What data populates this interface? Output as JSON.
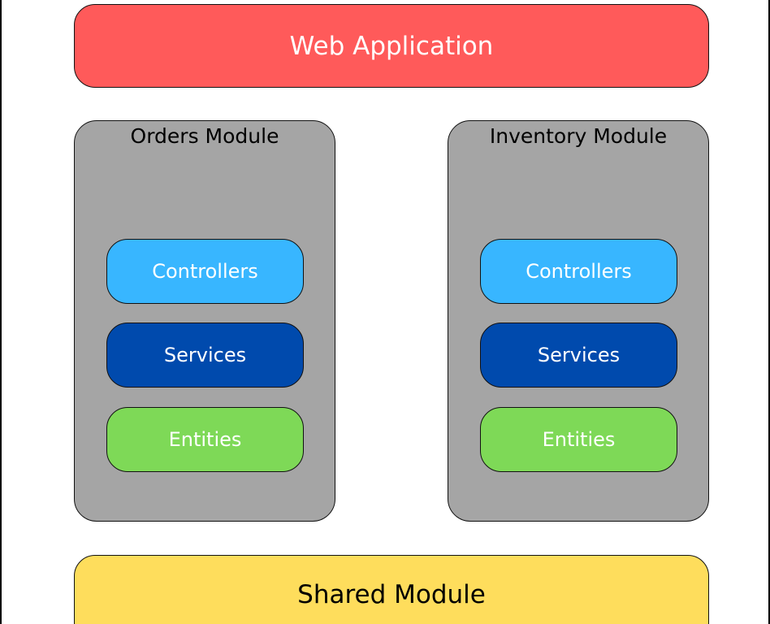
{
  "web_app": {
    "label": "Web Application",
    "color": "#ff5a5a"
  },
  "modules": [
    {
      "title": "Orders Module",
      "layers": [
        {
          "label": "Controllers",
          "color": "#38b6ff"
        },
        {
          "label": "Services",
          "color": "#004aad"
        },
        {
          "label": "Entities",
          "color": "#7ed957"
        }
      ]
    },
    {
      "title": "Inventory Module",
      "layers": [
        {
          "label": "Controllers",
          "color": "#38b6ff"
        },
        {
          "label": "Services",
          "color": "#004aad"
        },
        {
          "label": "Entities",
          "color": "#7ed957"
        }
      ]
    }
  ],
  "module_color": "#a5a5a5",
  "shared": {
    "label": "Shared Module",
    "color": "#fedd5c"
  }
}
